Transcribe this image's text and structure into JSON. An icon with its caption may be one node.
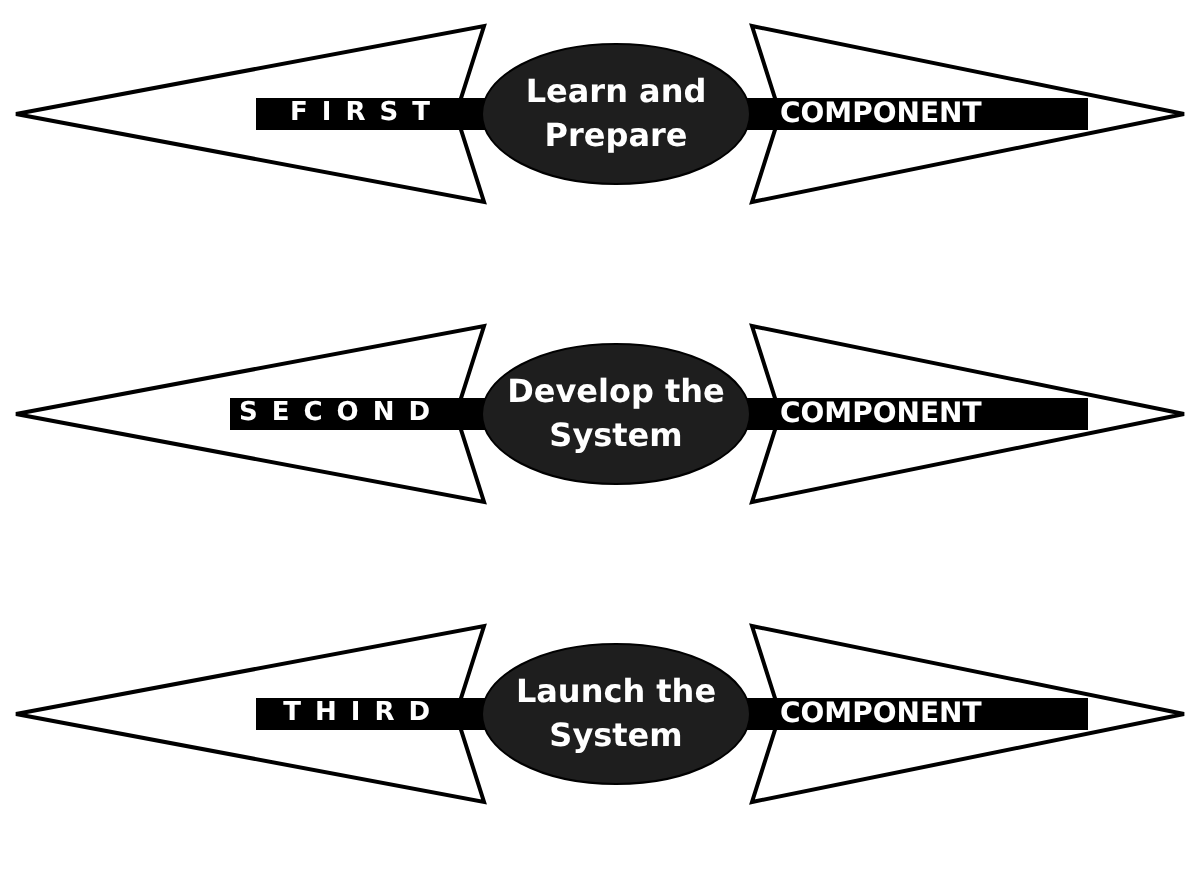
{
  "diagram": {
    "nodes": [
      {
        "text": [
          "FIRST"
        ]
      },
      {
        "text": [
          "Learn and Prepare"
        ]
      },
      {
        "text": [
          "COMPONENT"
        ]
      },
      {
        "text": [
          "SECOND"
        ]
      },
      {
        "text": [
          "Develop the System"
        ]
      },
      {
        "text": [
          "COMPONENT"
        ]
      },
      {
        "text": [
          "THIRD"
        ]
      },
      {
        "text": [
          "Launch the System"
        ]
      },
      {
        "text": [
          "COMPONENT"
        ]
      }
    ]
  }
}
